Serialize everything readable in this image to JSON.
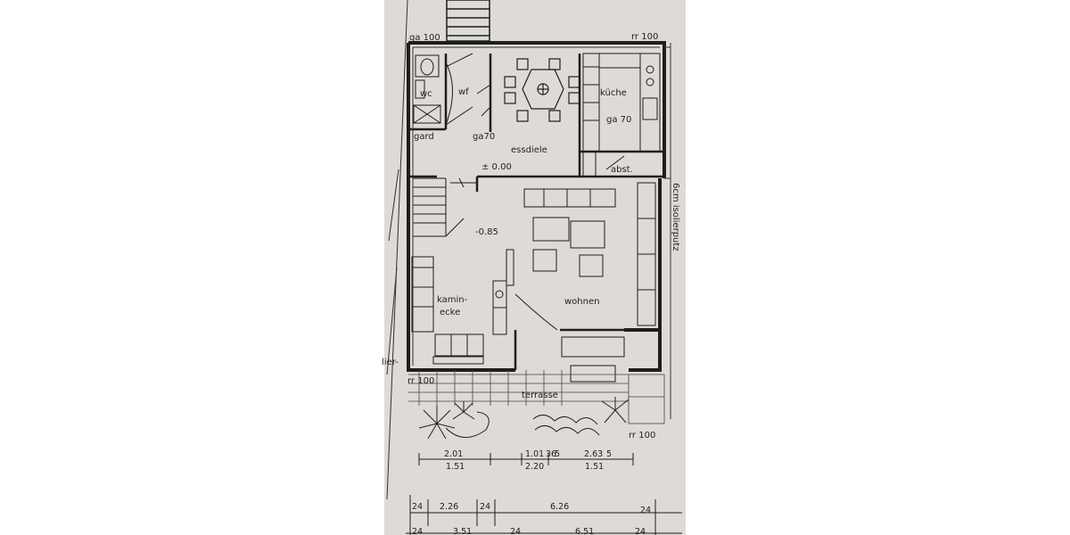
{
  "plan": {
    "rooms": {
      "wc": "wc",
      "wf": "wf",
      "kueche": "küche",
      "gard": "gard",
      "essdiele": "essdiele",
      "abst": "abst.",
      "kaminecke_1": "kamin-",
      "kaminecke_2": "ecke",
      "wohnen": "wohnen",
      "terrasse": "terrasse",
      "isolierputz": "6cm isolierputz",
      "lier": "lier-"
    },
    "levels": {
      "essdiele": "± 0.00",
      "kaminecke": "-0.85"
    },
    "notes": {
      "ga100": "ga 100",
      "rr100_top": "rr 100",
      "ga70_a": "ga70",
      "ga70_b": "ga 70",
      "rr100_left": "rr 100",
      "rr100_right": "rr 100"
    }
  },
  "dimensions": {
    "row1": [
      "2.01",
      "1.01",
      "36",
      "5",
      "2.63",
      "5"
    ],
    "row2": [
      "1.51",
      "2.20",
      "1.51"
    ],
    "row3": [
      "24",
      "2.26",
      "24",
      "6.26",
      "24"
    ],
    "row4": [
      "24",
      "3.51",
      "24",
      "6.51",
      "24"
    ]
  }
}
